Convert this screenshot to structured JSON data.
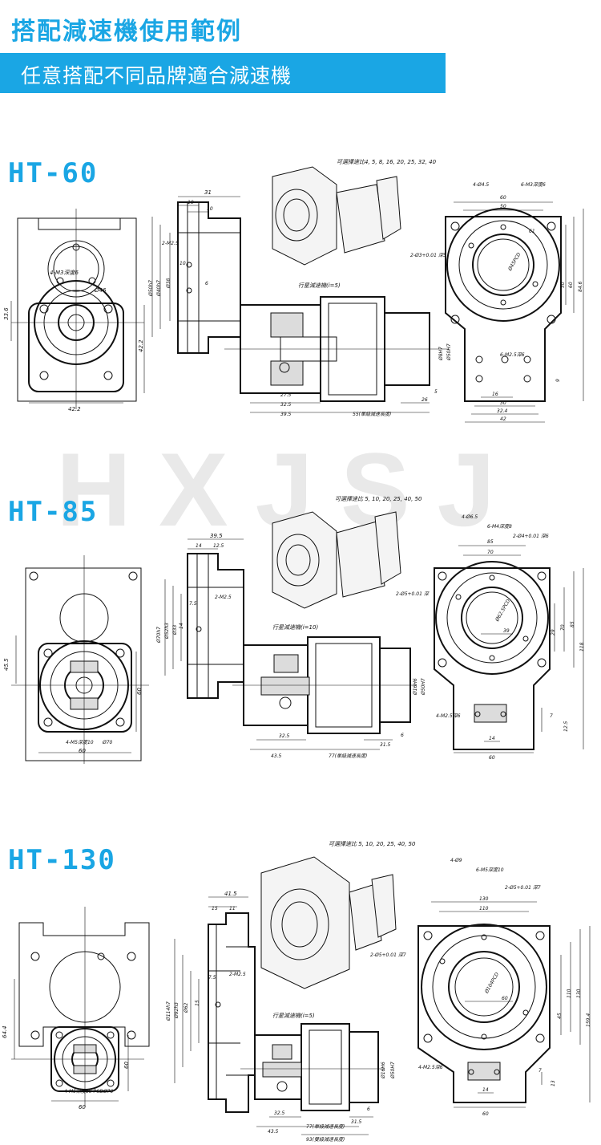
{
  "page": {
    "title": "搭配減速機使用範例",
    "subtitle": "任意搭配不同品牌適合減速機",
    "watermark": "HXJSJ",
    "accent_color": "#1aa6e4"
  },
  "sections": [
    {
      "model": "HT-60",
      "ratio_note": "可選擇速比4, 5, 8, 16, 20, 25, 32, 40",
      "planetary_label": "行星減速機(i=5)",
      "front": {
        "dim_33_6": "33.6",
        "dim_42_2_v": "42.2",
        "dim_42_2_h": "42.2",
        "hole": "4-M3深度6",
        "pcd": "Ø46"
      },
      "side": {
        "d31": "31",
        "d10": "10",
        "d10b": "10",
        "m2": "2-M2.5",
        "o50": "Ø50h7",
        "o40": "Ø40h7",
        "o38": "Ø38",
        "l10": "10",
        "l6": "6"
      },
      "gear": {
        "d27_5": "27.5",
        "d32_5": "32.5",
        "d39_5": "39.5",
        "d55": "55(單級減速長度)",
        "d26": "26",
        "d5": "5",
        "o8": "Ø8H7",
        "o50h": "Ø50H7"
      },
      "right": {
        "d60": "60",
        "d50": "50",
        "d61": "61",
        "d60v": "60",
        "d50v": "50",
        "d84_6": "84.6",
        "holes": "4-Ø4.5",
        "m3": "6-M3深度6",
        "pin": "2-Ø3+0.01 深5",
        "pcd": "Ø45PCD",
        "tap": "6-M2.5深6",
        "d16": "16",
        "d30": "30",
        "d32_4": "32.4",
        "d42": "42",
        "d9": "9"
      }
    },
    {
      "model": "HT-85",
      "ratio_note": "可選擇速比 5, 10, 20, 25, 40, 50",
      "planetary_label": "行星減速機(i=10)",
      "front": {
        "dim_45_5": "45.5",
        "dim_60_v": "60",
        "dim_60_h": "60",
        "hole": "4-M5深度10",
        "pcd": "Ø70"
      },
      "side": {
        "d39_5": "39.5",
        "d14": "14",
        "d12_5": "12.5",
        "m2": "2-M2.5",
        "o70": "Ø70h7",
        "o52": "Ø52h3",
        "o33": "Ø33",
        "l14": "14",
        "l7_5": "7.5"
      },
      "gear": {
        "d32_5": "32.5",
        "d43_5": "43.5",
        "d77": "77(單級減速長度)",
        "d31_5": "31.5",
        "d6": "6",
        "o16": "Ø16H6",
        "o50": "Ø50H7"
      },
      "right": {
        "d85": "85",
        "d70": "70",
        "d39": "39",
        "d29": "29",
        "d70v": "70",
        "d85v": "85",
        "d118": "118",
        "holes": "4-Ø6.5",
        "m4": "6-M4深度8",
        "pin": "2-Ø4+0.01 深6",
        "pin2": "2-Ø5+0.01 深",
        "pcd": "Ø62.5PCD",
        "tap": "4-M2.5深6",
        "d7": "7",
        "d12_5": "12.5",
        "d14": "14",
        "d60": "60"
      }
    },
    {
      "model": "HT-130",
      "ratio_note": "可選擇速比 5, 10, 20, 25, 40, 50",
      "planetary_label": "行星減速機(i=5)",
      "front": {
        "dim_64_4": "64.4",
        "dim_60_v": "60",
        "dim_60_h": "60",
        "hole": "4-M5深度10 PCDØ70"
      },
      "side": {
        "d41_5": "41.5",
        "d15": "15",
        "d11": "11",
        "m2": "2-M2.5",
        "o114": "Ø114h7",
        "o92": "Ø92h3",
        "o62": "Ø62",
        "l15": "15",
        "l7_5": "7.5"
      },
      "gear": {
        "d32_5": "32.5",
        "d43_5": "43.5",
        "d77": "77(單級減速長度)",
        "d93": "93(雙級減速長度)",
        "d31_5": "31.5",
        "d6": "6",
        "o16": "Ø16H6",
        "o50": "Ø50H7"
      },
      "right": {
        "d130": "130",
        "d110": "110",
        "d60": "60",
        "d45": "45",
        "d110v": "110",
        "d130v": "130",
        "d159_4": "159.4",
        "holes": "4-Ø9",
        "m5": "6-M5深度10",
        "pin": "2-Ø5+0.01 深7",
        "pin_left": "2-Ø5+0.01 深7",
        "pcd": "Ø104PCD",
        "tap": "4-M2.5深6",
        "d7": "7",
        "d13": "13",
        "d14": "14",
        "d60b": "60"
      }
    }
  ]
}
